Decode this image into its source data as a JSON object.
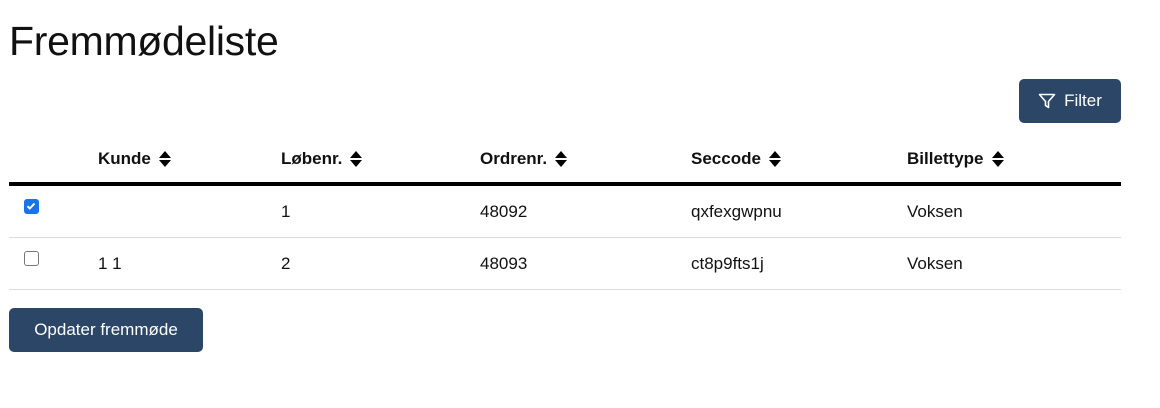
{
  "title": "Fremmødeliste",
  "filter_label": "Filter",
  "columns": [
    "Kunde",
    "Løbenr.",
    "Ordrenr.",
    "Seccode",
    "Billettype"
  ],
  "rows": [
    {
      "checked": true,
      "kunde": "",
      "lobenr": "1",
      "ordrenr": "48092",
      "seccode": "qxfexgwpnu",
      "billettype": "Voksen"
    },
    {
      "checked": false,
      "kunde": "1 1",
      "lobenr": "2",
      "ordrenr": "48093",
      "seccode": "ct8p9fts1j",
      "billettype": "Voksen"
    }
  ],
  "update_label": "Opdater fremmøde",
  "colors": {
    "button": "#2c4668",
    "checkbox": "#1a73e8"
  }
}
